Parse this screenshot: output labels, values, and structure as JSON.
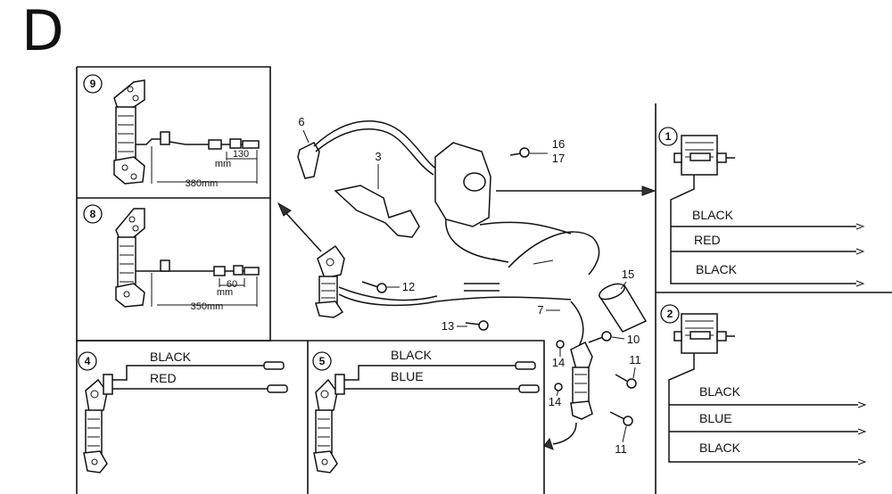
{
  "section_letter": "D",
  "panels": {
    "p9": {
      "num": "9",
      "dim_short": "130",
      "dim_short_unit": "mm",
      "dim_long": "380mm"
    },
    "p8": {
      "num": "8",
      "dim_short": "60",
      "dim_short_unit": "mm",
      "dim_long": "350mm"
    },
    "p4": {
      "num": "4",
      "wire_top": "BLACK",
      "wire_bottom": "RED"
    },
    "p5": {
      "num": "5",
      "wire_top": "BLACK",
      "wire_bottom": "BLUE"
    },
    "p1": {
      "num": "1",
      "wires": [
        "BLACK",
        "RED",
        "BLACK"
      ]
    },
    "p2": {
      "num": "2",
      "wires": [
        "BLACK",
        "BLUE",
        "BLACK"
      ]
    }
  },
  "callouts": {
    "c3": "3",
    "c6": "6",
    "c7": "7",
    "c10": "10",
    "c11a": "11",
    "c11b": "11",
    "c12": "12",
    "c13": "13",
    "c14a": "14",
    "c14b": "14",
    "c15": "15",
    "c16": "16",
    "c17": "17"
  }
}
